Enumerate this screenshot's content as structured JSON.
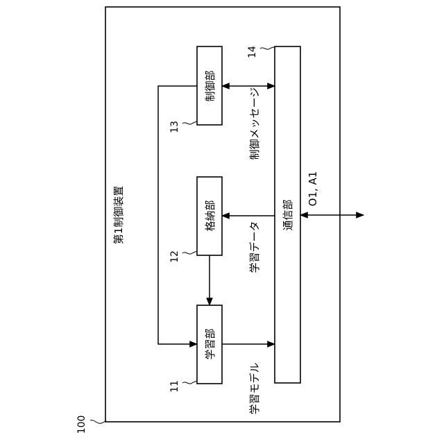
{
  "device": {
    "title": "第1制御装置",
    "ref": "100"
  },
  "units": {
    "learning": {
      "label": "学習部",
      "ref": "11"
    },
    "storage": {
      "label": "格納部",
      "ref": "12"
    },
    "control": {
      "label": "制御部",
      "ref": "13"
    },
    "communication": {
      "label": "通信部",
      "ref": "14"
    }
  },
  "signals": {
    "learning_model": "学習モデル",
    "learning_data": "学習データ",
    "control_message": "制御メッセージ",
    "external": "O1, A1"
  }
}
